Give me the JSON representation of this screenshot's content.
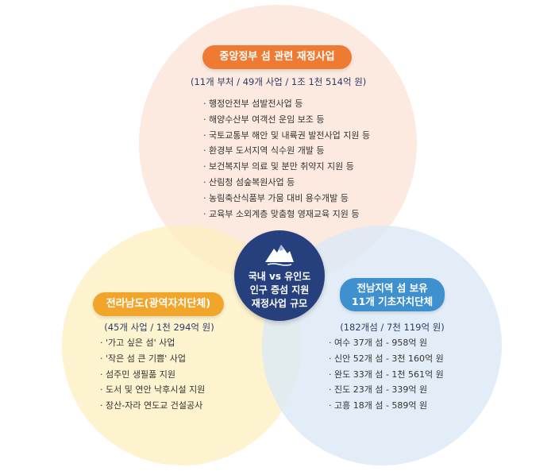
{
  "center": {
    "lines": [
      "국내 vs 유인도",
      "인구 증섬 지원",
      "재정사업 규모"
    ],
    "icon": "island-mountain-icon"
  },
  "top": {
    "title": "중앙정부 섬 관련 재정사업",
    "summary": "(11개 부처 / 49개 사업 / 1조 1천 514억 원)",
    "items": [
      "행정안전부 섬발전사업 등",
      "해양수산부 여객선 운임 보조 등",
      "국토교통부 해안 및 내륙권 발전사업 지원 등",
      "환경부 도서지역 식수원 개발 등",
      "보건복지부 의료 및 분만 취약지 지원 등",
      "산림청 섬숲복원사업 등",
      "농림축산식품부 가뭄 대비 용수개발 등",
      "교육부 소외계층 맞춤형 영재교육 지원 등"
    ],
    "color": "#ef7a34"
  },
  "left": {
    "title": "전라남도(광역자치단체)",
    "summary": "(45개 사업 / 1천 294억 원)",
    "items": [
      "'가고 싶은 섬' 사업",
      "'작은 섬 큰 기쁨' 사업",
      "섬주민 생필품 지원",
      "도서 및 연안 낙후시설 지원",
      "장산-자라 연도교 건설공사"
    ],
    "color": "#f1a52a"
  },
  "right": {
    "title_lines": [
      "전남지역 섬 보유",
      "11개 기초자치단체"
    ],
    "summary": "(182개섬 / 7천 119억 원)",
    "items": [
      "여수 37개 섬 - 958억 원",
      "신안 52개 섬 - 3천 160억 원",
      "완도 33개 섬 - 1천 561억 원",
      "진도 23개 섬 - 339억 원",
      "고흥 18개 섬 - 589억 원"
    ],
    "color": "#3f90cf"
  }
}
